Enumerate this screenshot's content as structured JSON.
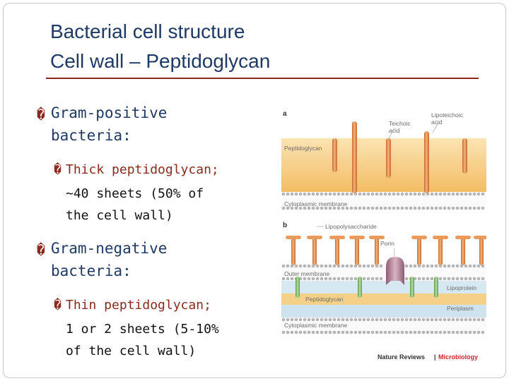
{
  "slide": {
    "title_line1": "Bacterial cell structure",
    "title_line2": "Cell wall – Peptidoglycan",
    "bullet_glyph": "�",
    "sections": [
      {
        "heading_line1": "Gram-positive",
        "heading_line2": "bacteria:",
        "sub_highlight": "Thick peptidoglycan;",
        "sub_line2": "~40 sheets (50% of",
        "sub_line3": "the cell wall)"
      },
      {
        "heading_line1": "Gram-negative",
        "heading_line2": "bacteria:",
        "sub_highlight": "Thin peptidoglycan;",
        "sub_line2": "1 or 2 sheets (5-10%",
        "sub_line3": "of the cell wall)"
      }
    ]
  },
  "figure": {
    "panel_a": "a",
    "panel_b": "b",
    "labels": {
      "teichoic_acid_1": "Teichoic",
      "teichoic_acid_2": "acid",
      "lipoteichoic_1": "Lipoteichoic",
      "lipoteichoic_2": "acid",
      "peptidoglycan_a": "Peptidoglycan",
      "cytoplasmic_a": "Cytoplasmic membrane",
      "lipopolysaccharide": "Lipopolysaccharide",
      "porin": "Porin",
      "outer_membrane": "Outer membrane",
      "lipoprotein": "Lipoprotein",
      "peptidoglycan_b": "Peptidoglycan",
      "periplasm": "Periplasm",
      "cytoplasmic_b": "Cytoplasmic membrane"
    },
    "credit_journal": "Nature Reviews",
    "credit_separator": "|",
    "credit_section": "Microbiology",
    "colors": {
      "peptidoglycan_thick": "#f5c06b",
      "peptidoglycan_thin": "#f4d089",
      "periplasm": "#cfe3ef",
      "teichoic": "#e8954f",
      "lps": "#eb9a5c",
      "lipoprotein": "#8cc87c",
      "porin": "#b9879c",
      "membrane_head": "#b5b5b5"
    }
  }
}
